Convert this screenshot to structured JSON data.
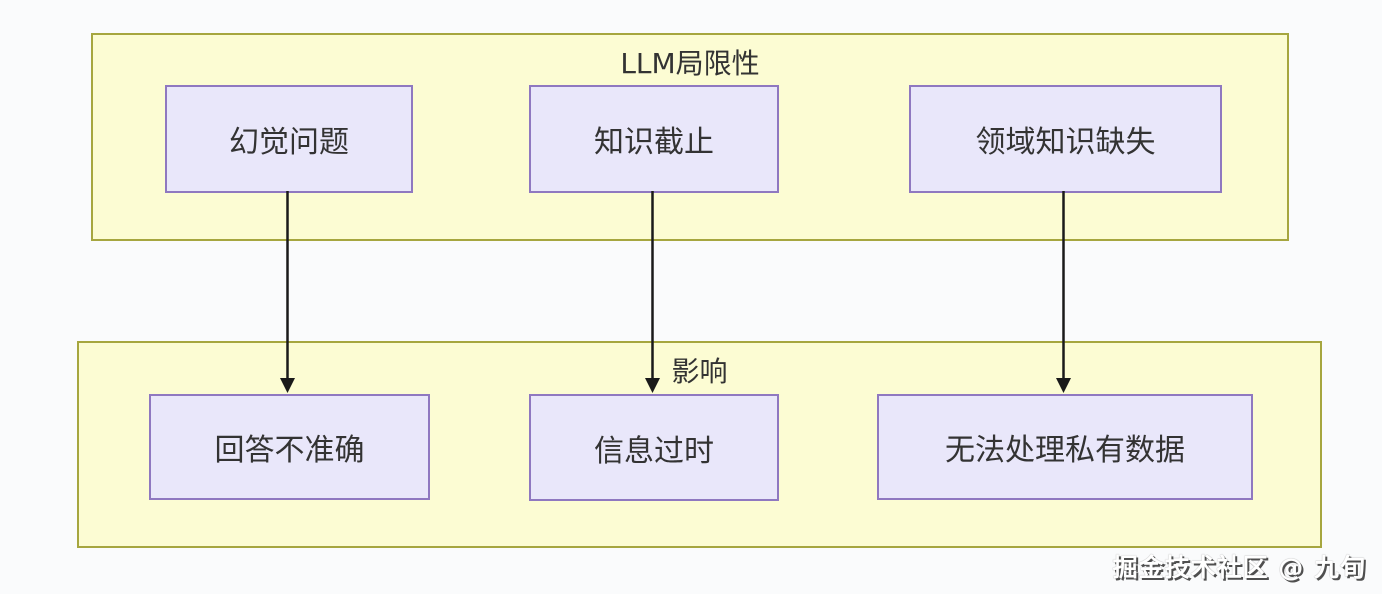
{
  "diagram": {
    "type": "flowchart",
    "groups": [
      {
        "title": "LLM局限性",
        "nodes": [
          {
            "id": "hallucination",
            "label": "幻觉问题"
          },
          {
            "id": "knowledge-cutoff",
            "label": "知识截止"
          },
          {
            "id": "domain-knowledge-missing",
            "label": "领域知识缺失"
          }
        ]
      },
      {
        "title": "影响",
        "nodes": [
          {
            "id": "inaccurate-answers",
            "label": "回答不准确"
          },
          {
            "id": "outdated-information",
            "label": "信息过时"
          },
          {
            "id": "cannot-handle-private-data",
            "label": "无法处理私有数据"
          }
        ]
      }
    ],
    "edges": [
      {
        "from": "幻觉问题",
        "to": "回答不准确"
      },
      {
        "from": "知识截止",
        "to": "信息过时"
      },
      {
        "from": "领域知识缺失",
        "to": "无法处理私有数据"
      }
    ]
  },
  "watermark": {
    "text": "掘金技术社区 @ 九旬"
  },
  "colors": {
    "group_fill": "#fcfcd3",
    "group_border": "#a6a63f",
    "node_fill": "#e9e7fa",
    "node_border": "#8f78c0",
    "arrow": "#1a1a1a",
    "text": "#333333",
    "canvas_background": "#fafbfc",
    "watermark_text": "#ffffff",
    "watermark_shadow": "#4f4f4f"
  }
}
